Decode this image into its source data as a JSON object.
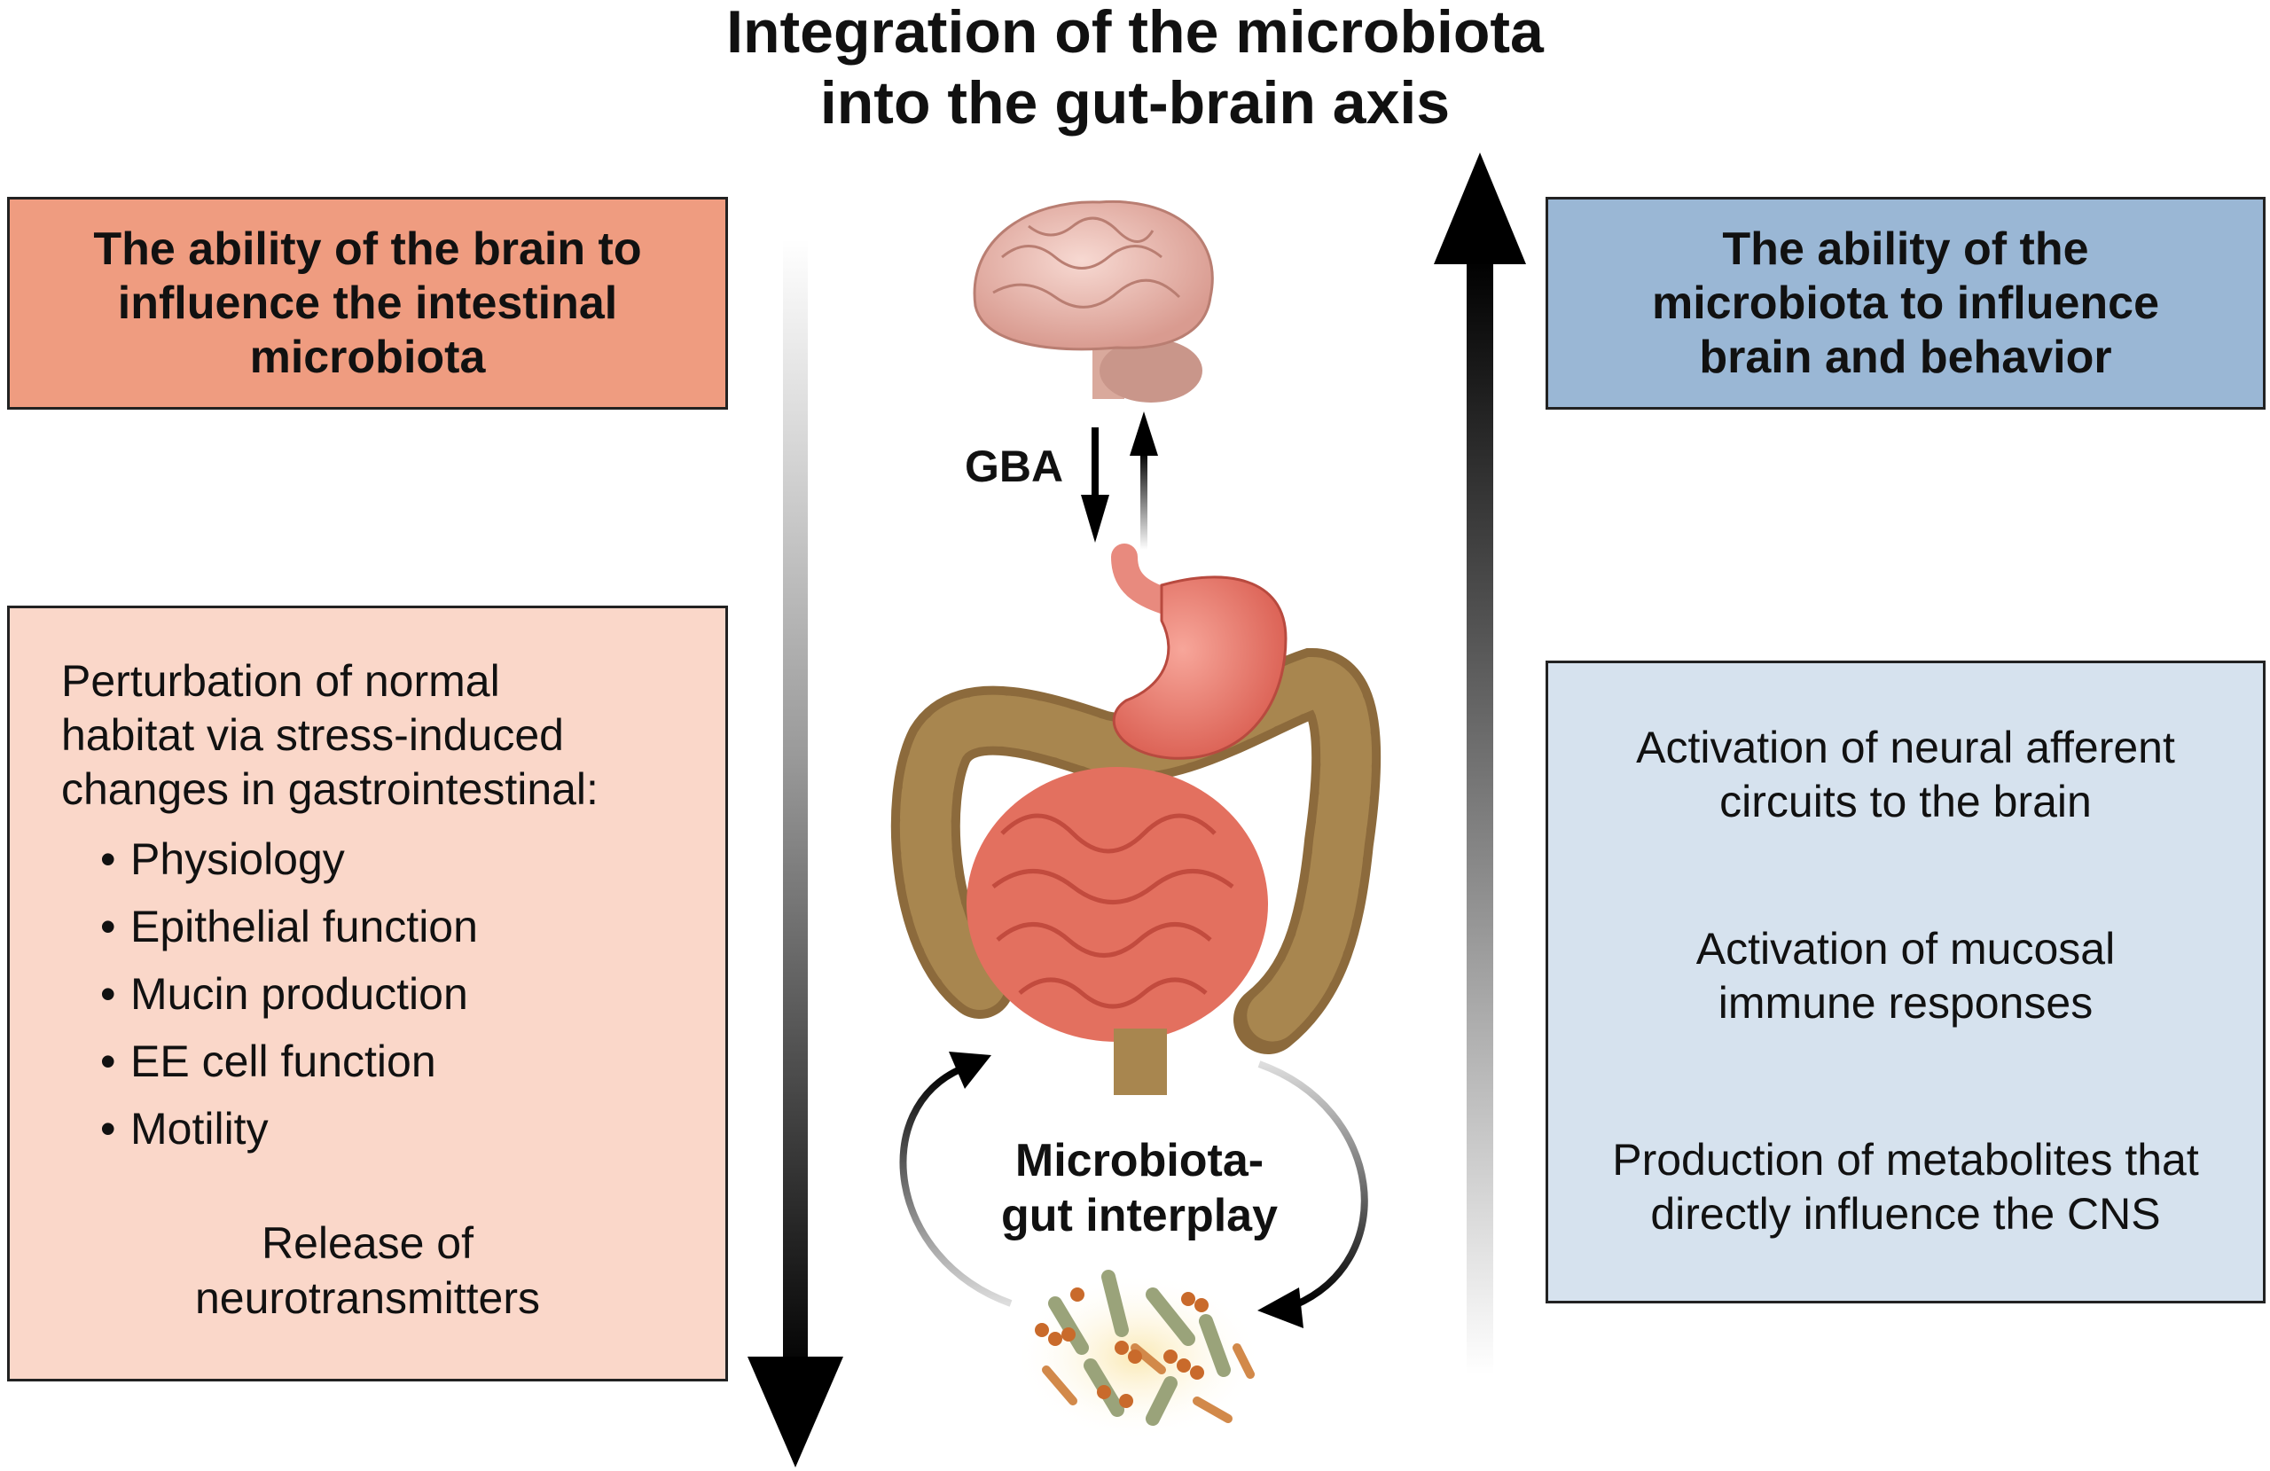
{
  "title": {
    "line1": "Integration of the microbiota",
    "line2": "into the gut-brain axis"
  },
  "left_header": {
    "line1": "The ability of the brain to",
    "line2": "influence the intestinal",
    "line3": "microbiota",
    "color": "#ef9c80"
  },
  "right_header": {
    "line1": "The ability of the",
    "line2": "microbiota to influence",
    "line3": "brain and behavior",
    "color": "#9ab7d5"
  },
  "left_panel": {
    "intro": {
      "line1": "Perturbation of normal",
      "line2": "habitat via stress-induced",
      "line3": "changes in gastrointestinal:"
    },
    "bullets": [
      "Physiology",
      "Epithelial function",
      "Mucin production",
      "EE cell function",
      "Motility"
    ],
    "release": {
      "line1": "Release of",
      "line2": "neurotransmitters"
    },
    "color": "#fad7c9"
  },
  "right_panel": {
    "items": [
      {
        "line1": "Activation of neural afferent",
        "line2": "circuits to the brain"
      },
      {
        "line1": "Activation of mucosal",
        "line2": "immune responses"
      },
      {
        "line1": "Production of metabolites that",
        "line2": "directly influence the CNS"
      }
    ],
    "color": "#d6e2ee"
  },
  "center": {
    "gba_label": "GBA",
    "interplay": {
      "line1": "Microbiota-",
      "line2": "gut interplay"
    },
    "icons": [
      "brain-icon",
      "digestive-tract-icon",
      "bacteria-cluster-icon"
    ]
  }
}
